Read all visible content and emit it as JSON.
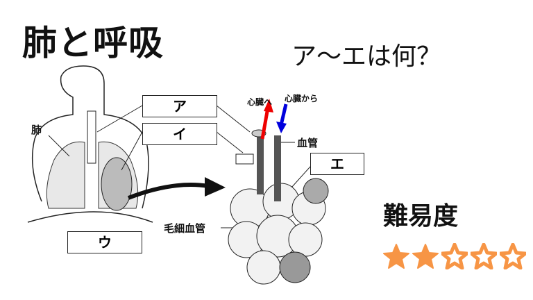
{
  "title": "肺と呼吸",
  "question": "ア〜エは何？",
  "labels": {
    "a": "ア",
    "i": "イ",
    "u": "ウ",
    "e": "エ"
  },
  "annotations": {
    "lung": "肺",
    "to_heart": "心臓へ",
    "from_heart": "心臓から",
    "blood_vessel": "血管",
    "capillary": "毛細血管"
  },
  "difficulty": {
    "label": "難易度",
    "rating": 2,
    "max": 5,
    "star_color": "#f79545"
  }
}
